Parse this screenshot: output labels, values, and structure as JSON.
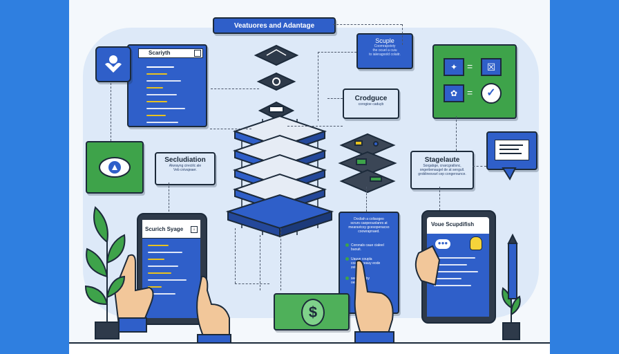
{
  "title": "Veatuores and Adantage",
  "panels": {
    "search": {
      "label": "Scariyth"
    },
    "scuple": {
      "title": "Scuple",
      "body": "Coomrapstvty\nthe ocuel a cuiu\nto ialeragoold colaitr."
    },
    "crodguce": {
      "title": "Crodguce",
      "body": "corogioe caduyb"
    },
    "secludion": {
      "title": "Secludiation",
      "body": "Alwrayng cireciilc ale\nVeb cnivajeaer."
    },
    "stagelaute": {
      "title": "Stagelaute",
      "body": "Sorgabge, cnarcgrallsnc,\nongerbenaugel de at sengull.\ngroblinesvarl cep congerounce."
    }
  },
  "phone_left": {
    "title": "Scurich Syage"
  },
  "phone_right": {
    "title": "Voue Scupdifish"
  },
  "center_card": {
    "header": "Docliah a coliaogeo\nscrurs caopeouolanrs at\nmearavtcsy gcesopenacso\ncoowrapnaed.",
    "item1": "Coronals caue cialeel\nbuouit.",
    "item2": "Uauve coupla\ncoasre ceauy eode\nzeiuees.",
    "item3": "secrasemby\noeracueu."
  },
  "money": {
    "symbol": "$"
  },
  "colors": {
    "blue": "#2f5fc9",
    "green": "#3ea34a",
    "frame": "#2f7fe0",
    "ink": "#1c2a3a"
  }
}
